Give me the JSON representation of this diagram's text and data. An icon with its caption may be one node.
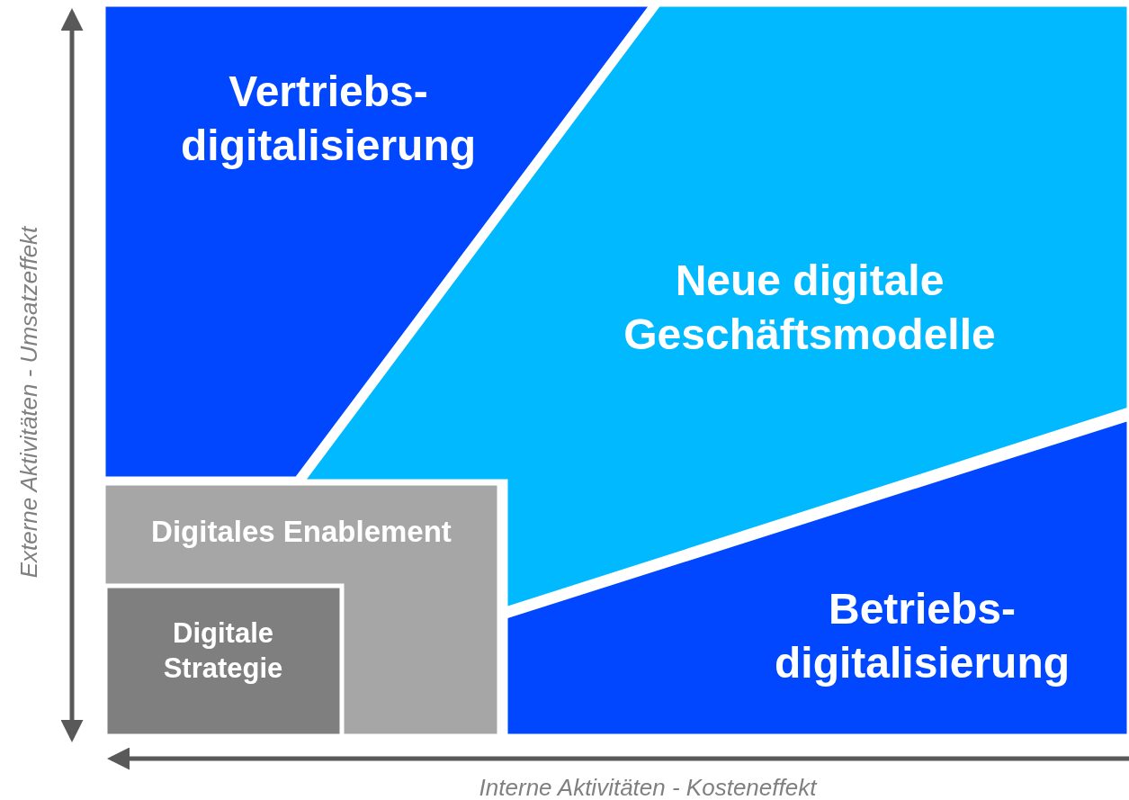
{
  "diagram": {
    "nodes": [
      {
        "text": [
          "Vertriebs- digitalisierung"
        ]
      },
      {
        "text": [
          "Neue digitale Geschäftsmodelle"
        ]
      },
      {
        "text": [
          "Betriebs- digitalisierung"
        ]
      },
      {
        "text": [
          "Digitales Enablement"
        ]
      },
      {
        "text": [
          "Digitale Strategie"
        ],
        "in": 3
      }
    ],
    "edges": [],
    "labels": [
      "Externe Aktivitäten - Umsatzeffekt",
      "Interne Aktivitäten - Kosteneffekt"
    ]
  }
}
